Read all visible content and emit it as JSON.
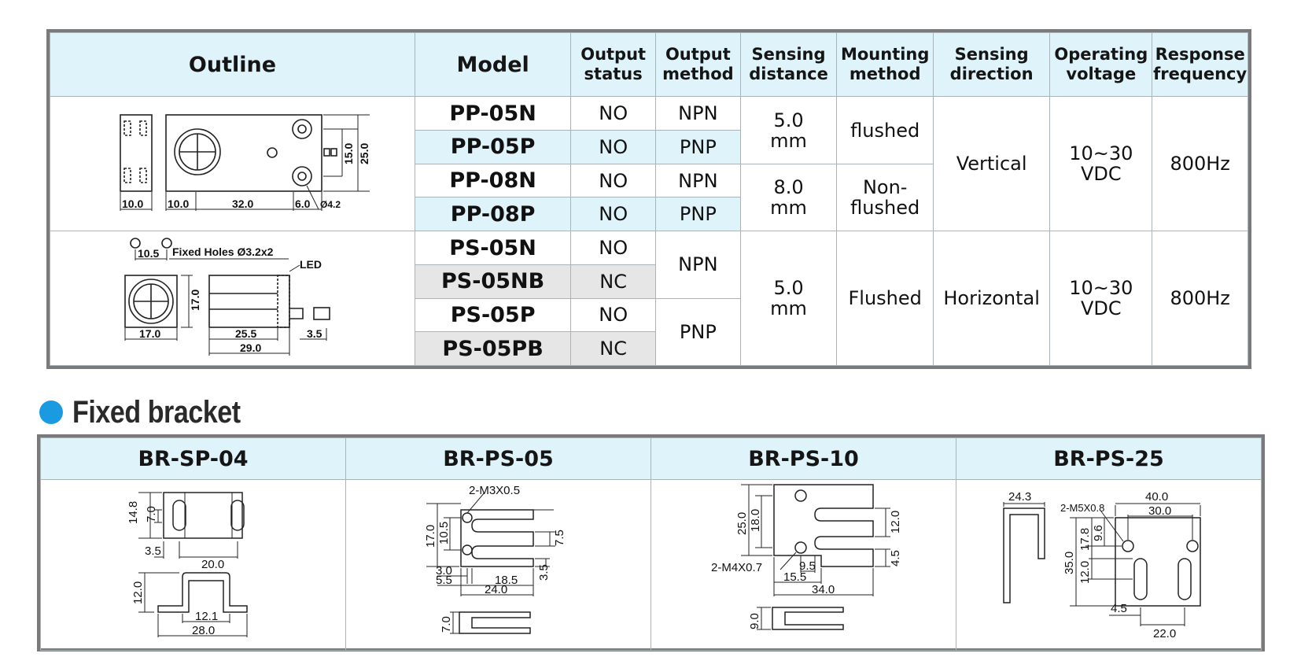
{
  "spec_table": {
    "headers": {
      "outline": "Outline",
      "model": "Model",
      "output_status": [
        "Output",
        "status"
      ],
      "output_method": [
        "Output",
        "method"
      ],
      "sensing_distance": [
        "Sensing",
        "distance"
      ],
      "mounting_method": [
        "Mounting",
        "method"
      ],
      "sensing_direction": [
        "Sensing",
        "direction"
      ],
      "operating_voltage": [
        "Operating",
        "voltage"
      ],
      "response_frequency": [
        "Response",
        "frequency"
      ]
    },
    "group_pp": {
      "rows": [
        {
          "model": "PP-05N",
          "status": "NO",
          "method": "NPN"
        },
        {
          "model": "PP-05P",
          "status": "NO",
          "method": "PNP"
        },
        {
          "model": "PP-08N",
          "status": "NO",
          "method": "NPN"
        },
        {
          "model": "PP-08P",
          "status": "NO",
          "method": "PNP"
        }
      ],
      "distance_a": [
        "5.0",
        "mm"
      ],
      "distance_b": [
        "8.0",
        "mm"
      ],
      "mount_a": "flushed",
      "mount_b": [
        "Non-",
        "flushed"
      ],
      "direction": "Vertical",
      "voltage": [
        "10~30",
        "VDC"
      ],
      "frequency": "800Hz",
      "drawing": {
        "dims": [
          "10.0",
          "10.0",
          "32.0",
          "6.0",
          "Ø4.2",
          "15.0",
          "25.0"
        ]
      }
    },
    "group_ps": {
      "rows": [
        {
          "model": "PS-05N",
          "status": "NO"
        },
        {
          "model": "PS-05NB",
          "status": "NC"
        },
        {
          "model": "PS-05P",
          "status": "NO"
        },
        {
          "model": "PS-05PB",
          "status": "NC"
        }
      ],
      "method_a": "NPN",
      "method_b": "PNP",
      "distance": [
        "5.0",
        "mm"
      ],
      "mount": "Flushed",
      "direction": "Horizontal",
      "voltage": [
        "10~30",
        "VDC"
      ],
      "frequency": "800Hz",
      "drawing": {
        "dim_spacing": "10.5",
        "fixed_holes": "Fixed Holes Ø3.2x2",
        "led": "LED",
        "dims": [
          "17.0",
          "17.0",
          "25.5",
          "3.5",
          "29.0"
        ]
      }
    }
  },
  "fixed_bracket": {
    "title": "Fixed bracket",
    "accent": "#1a9ae0",
    "columns": [
      {
        "name": "BR-SP-04",
        "dims": [
          "14.8",
          "7.0",
          "3.5",
          "20.0",
          "12.0",
          "12.1",
          "28.0"
        ]
      },
      {
        "name": "BR-PS-05",
        "dims": [
          "2-M3X0.5",
          "17.0",
          "10.5",
          "7.5",
          "3.0",
          "5.5",
          "18.5",
          "3.5",
          "24.0",
          "7.0"
        ]
      },
      {
        "name": "BR-PS-10",
        "dims": [
          "25.0",
          "18.0",
          "12.0",
          "2-M4X0.7",
          "9.5",
          "15.5",
          "4.5",
          "34.0",
          "9.0"
        ]
      },
      {
        "name": "BR-PS-25",
        "dims": [
          "24.3",
          "40.0",
          "2-M5X0.8",
          "30.0",
          "17.8",
          "9.6",
          "35.0",
          "12.0",
          "4.5",
          "22.0"
        ]
      }
    ]
  },
  "colors": {
    "header_bg": "#dff3fa",
    "alt_row": "#e6e6e6",
    "border": "#7a7a7a"
  }
}
